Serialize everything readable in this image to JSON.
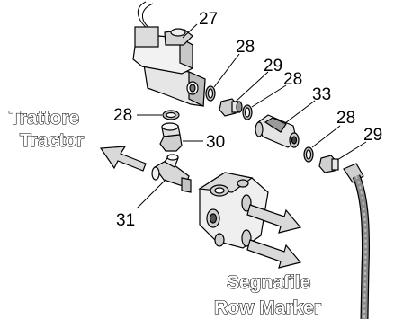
{
  "labels": {
    "destination_it": "Trattore",
    "destination_en": "Tractor",
    "outlet_it": "Segnafile",
    "outlet_en": "Row Marker"
  },
  "callouts": {
    "solenoid_valve": "27",
    "seal_upper": "28",
    "nipple_upper": "29",
    "seal_mid_upper": "28",
    "flow_regulator": "33",
    "seal_left": "28",
    "elbow_fitting": "30",
    "seal_right": "28",
    "nipple_right": "29",
    "tee_fitting": "31"
  },
  "colors": {
    "light_gray": "#ececec",
    "mid_gray": "#cfcfcf",
    "dark_gray": "#8a8a8a",
    "arrow_fill": "#d9d9d9"
  }
}
